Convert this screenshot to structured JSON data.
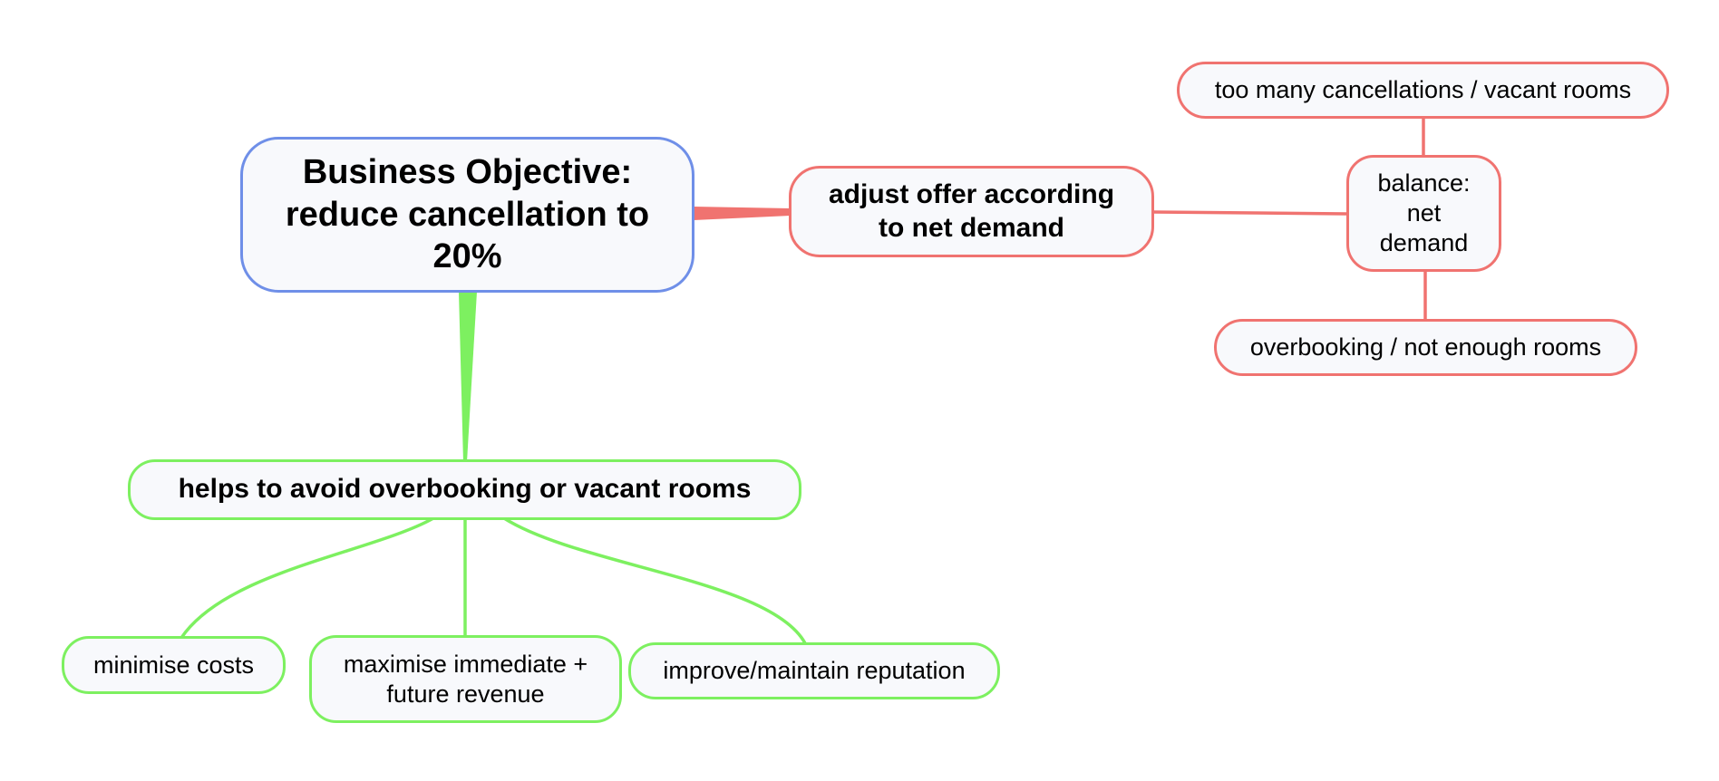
{
  "colors": {
    "root_border": "#6f8fe8",
    "red_branch": "#f07370",
    "green_branch": "#7df060",
    "node_fill": "#f8f9fc"
  },
  "root": {
    "text": "Business Objective:\nreduce cancellation to\n20%"
  },
  "red_branch": {
    "main": "adjust offer according\nto net demand",
    "balance": "balance:\nnet\ndemand",
    "top": "too many cancellations / vacant rooms",
    "bottom": "overbooking / not enough rooms"
  },
  "green_branch": {
    "main": "helps to avoid overbooking or vacant rooms",
    "children": [
      "minimise costs",
      "maximise immediate +\nfuture revenue",
      "improve/maintain reputation"
    ]
  }
}
